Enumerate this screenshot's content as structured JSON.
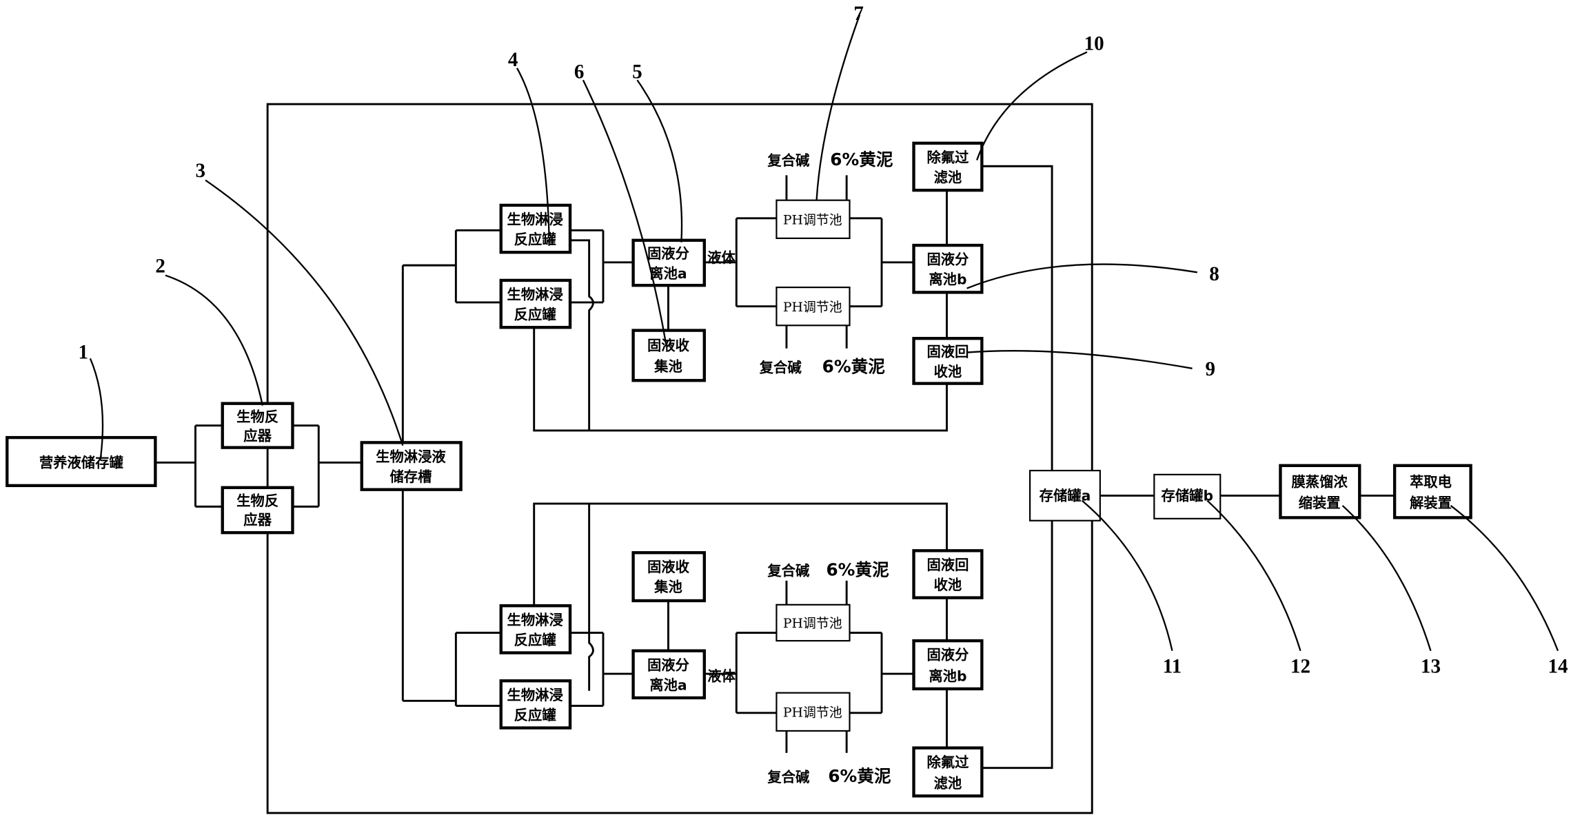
{
  "boxes": {
    "nutrient_tank": [
      "营养液储存罐"
    ],
    "bioreactor": [
      "生物反",
      "应器"
    ],
    "leachate_tank": [
      "生物淋浸液",
      "储存槽"
    ],
    "leach_reactor": [
      "生物淋浸",
      "反应罐"
    ],
    "separation_a": [
      "固液分",
      "离池a"
    ],
    "collection_pool": [
      "固液收",
      "集池"
    ],
    "ph_pool": "PH调节池",
    "defluor_filter": [
      "除氟过",
      "滤池"
    ],
    "separation_b": [
      "固液分",
      "离池b"
    ],
    "recovery_pool": [
      "固液回",
      "收池"
    ],
    "storage_a": "存储罐a",
    "storage_b": "存储罐b",
    "membrane": [
      "膜蒸馏浓",
      "缩装置"
    ],
    "extraction": [
      "萃取电",
      "解装置"
    ]
  },
  "labels": {
    "liquid": "液体",
    "alkali": "复合碱",
    "clay": "6%黄泥"
  },
  "numbers": [
    "1",
    "2",
    "3",
    "4",
    "5",
    "6",
    "7",
    "8",
    "9",
    "10",
    "11",
    "12",
    "13",
    "14"
  ]
}
